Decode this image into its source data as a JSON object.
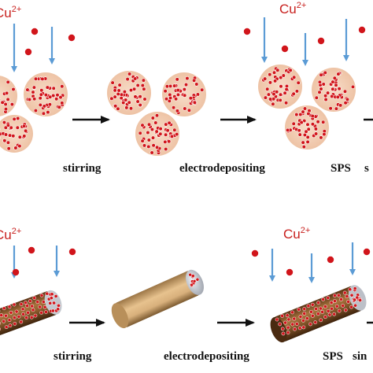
{
  "colors": {
    "ion": "#d1151b",
    "ion_arrow": "#5b9bd5",
    "particle_halo": "#f2cdb4",
    "rod_body": "#8a5a2c",
    "rod_light": "#d8b07c",
    "rod_end": "#b8bcc4",
    "process_arrow": "#111111"
  },
  "rows": {
    "top": {
      "ion_labels": [
        {
          "base": "Cu",
          "sup": "2+"
        },
        {
          "base": "Cu",
          "sup": "2+"
        }
      ],
      "steps": [
        "stirring",
        "electrodepositing",
        "SPS",
        "s"
      ]
    },
    "bottom": {
      "ion_labels": [
        {
          "base": "Cu",
          "sup": "2+"
        },
        {
          "base": "Cu",
          "sup": "2+"
        }
      ],
      "steps": [
        "stirring",
        "electrodepositing",
        "SPS",
        "sin"
      ]
    }
  }
}
